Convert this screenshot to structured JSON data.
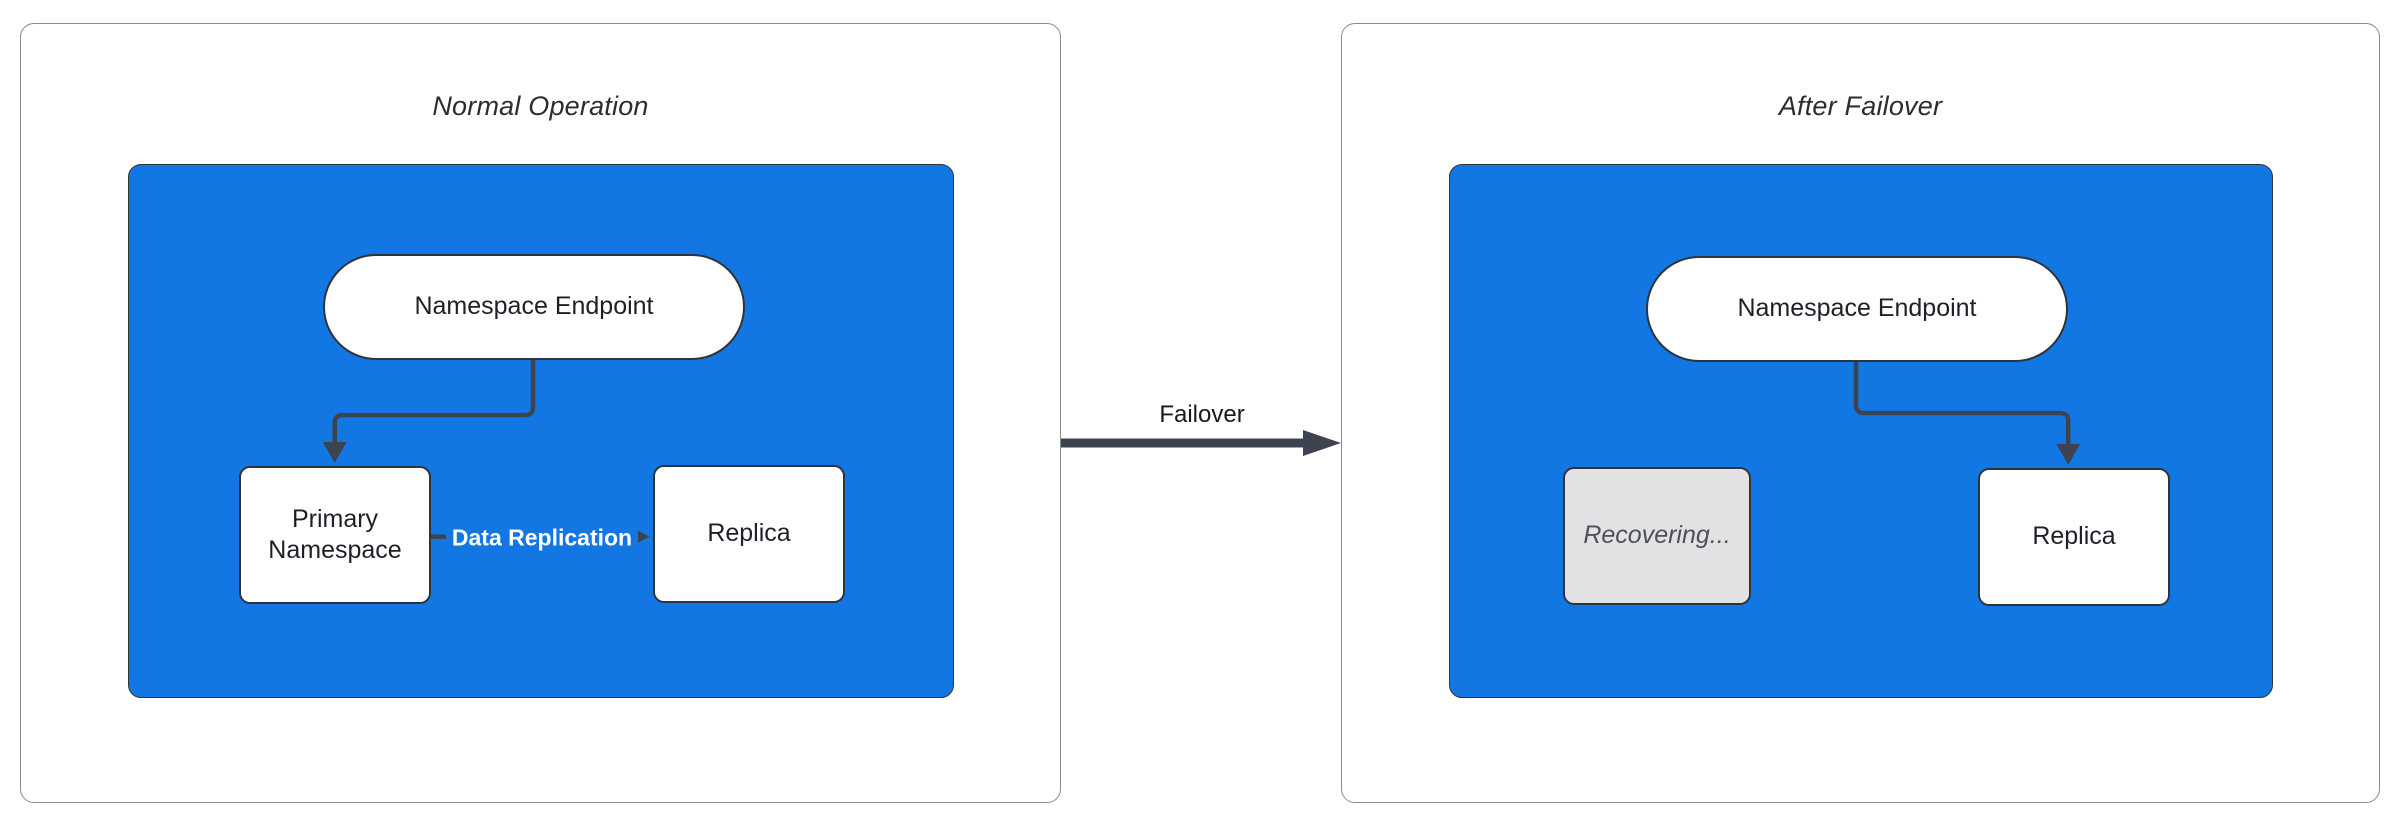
{
  "colors": {
    "blue": "#1277e3",
    "connector": "#3d4450",
    "panel_border": "#8b8b8b",
    "node_border": "#2f343c",
    "recovering_fill": "#e2e2e4",
    "recovering_text": "#4d5159",
    "node_text": "#1d2026",
    "title_text": "#2a2d31"
  },
  "panels": [
    {
      "title": "Normal Operation",
      "endpoint_label": "Namespace Endpoint",
      "nodes": [
        {
          "label": "Primary Namespace"
        },
        {
          "label": "Replica"
        }
      ],
      "edge_label": "Data Replication"
    },
    {
      "title": "After Failover",
      "endpoint_label": "Namespace Endpoint",
      "nodes": [
        {
          "label": "Recovering..."
        },
        {
          "label": "Replica"
        }
      ]
    }
  ],
  "failover_arrow": {
    "label": "Failover"
  }
}
